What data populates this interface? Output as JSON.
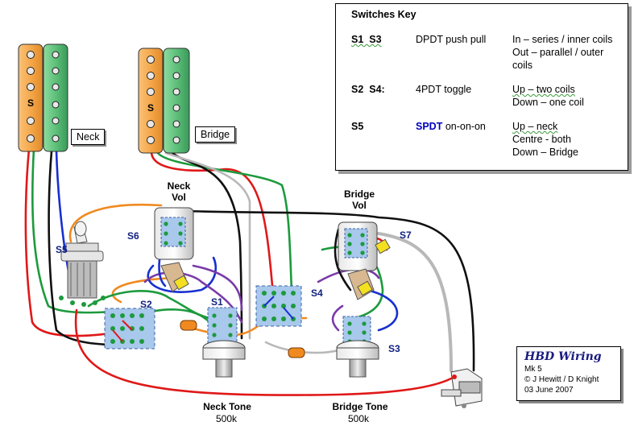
{
  "switches_key": {
    "title": "Switches Key",
    "rows": [
      {
        "id": "S1  S3",
        "type": "DPDT push pull",
        "lines": [
          "In – series / inner coils",
          "Out – parallel / outer",
          "coils"
        ]
      },
      {
        "id": "S2  S4:",
        "type": "4PDT toggle",
        "lines": [
          "Up – two coils",
          "Down – one coil"
        ]
      },
      {
        "id": "S5",
        "type_strong": "SPDT",
        "type": " on-on-on",
        "lines": [
          "Up – neck",
          "Centre - both",
          "Down – Bridge"
        ]
      }
    ]
  },
  "pickups": {
    "neck": {
      "label": "Neck",
      "pole_letter": "S"
    },
    "bridge": {
      "label": "Bridge",
      "pole_letter": "S"
    }
  },
  "pots": {
    "neck_vol": {
      "line1": "Neck",
      "line2": "Vol"
    },
    "bridge_vol": {
      "line1": "Bridge",
      "line2": "Vol"
    },
    "neck_tone": {
      "name": "Neck Tone",
      "value": "500k"
    },
    "bridge_tone": {
      "name": "Bridge Tone",
      "value": "500k"
    }
  },
  "switch_labels": {
    "s1": "S1",
    "s2": "S2",
    "s3": "S3",
    "s4": "S4",
    "s5": "S5",
    "s6": "S6",
    "s7": "S7"
  },
  "credit": {
    "title": "HBD Wiring",
    "lines": [
      "Mk 5",
      "© J Hewitt / D Knight",
      "03 June 2007"
    ]
  },
  "colors": {
    "pickup_orange": "#f5a84a",
    "pickup_green": "#5ec07a",
    "wire_red": "#e01818",
    "wire_green": "#1c9a3c",
    "wire_black": "#101010",
    "wire_blue": "#1830d0",
    "wire_orange": "#f08a20",
    "wire_purple": "#7a3aa8",
    "wire_grey": "#b8b8b8",
    "switch_blue": "#a8c8ec",
    "label_blue": "#102080"
  },
  "icons": [
    "pickup-screw-icon",
    "pot-icon",
    "switch-icon",
    "jack-icon",
    "capacitor-icon"
  ]
}
